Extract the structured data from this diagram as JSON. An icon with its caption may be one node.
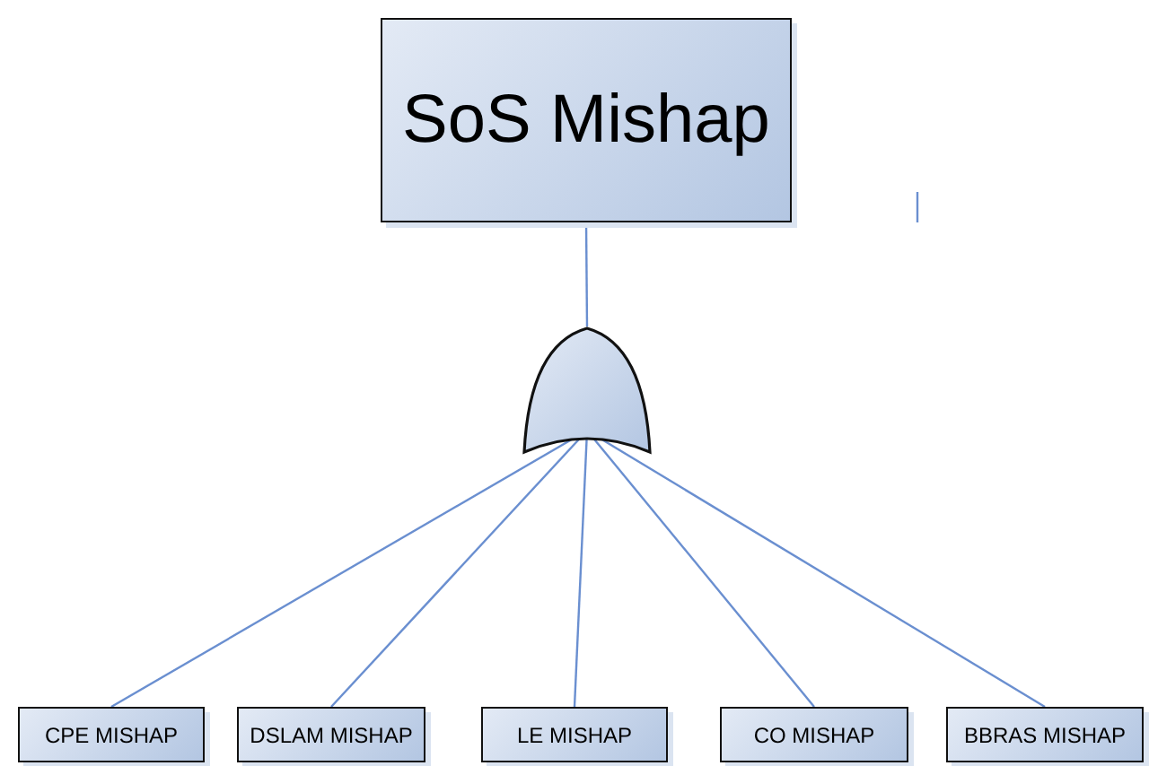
{
  "diagram": {
    "nodes": [
      {
        "text": [
          "SoS Mishap"
        ]
      },
      {
        "text": [],
        "shape": "gate"
      },
      {
        "text": [
          "CPE MISHAP"
        ]
      },
      {
        "text": [
          "DSLAM MISHAP"
        ]
      },
      {
        "text": [
          "LE MISHAP"
        ]
      },
      {
        "text": [
          "CO MISHAP"
        ]
      },
      {
        "text": [
          "BBRAS MISHAP"
        ]
      }
    ],
    "edges": [
      {
        "from": 0,
        "to": 1,
        "arrow": "none"
      },
      {
        "from": 1,
        "to": 2,
        "arrow": "none"
      },
      {
        "from": 1,
        "to": 3,
        "arrow": "none"
      },
      {
        "from": 1,
        "to": 4,
        "arrow": "none"
      },
      {
        "from": 1,
        "to": 5,
        "arrow": "none"
      },
      {
        "from": 1,
        "to": 6,
        "arrow": "none"
      }
    ]
  }
}
